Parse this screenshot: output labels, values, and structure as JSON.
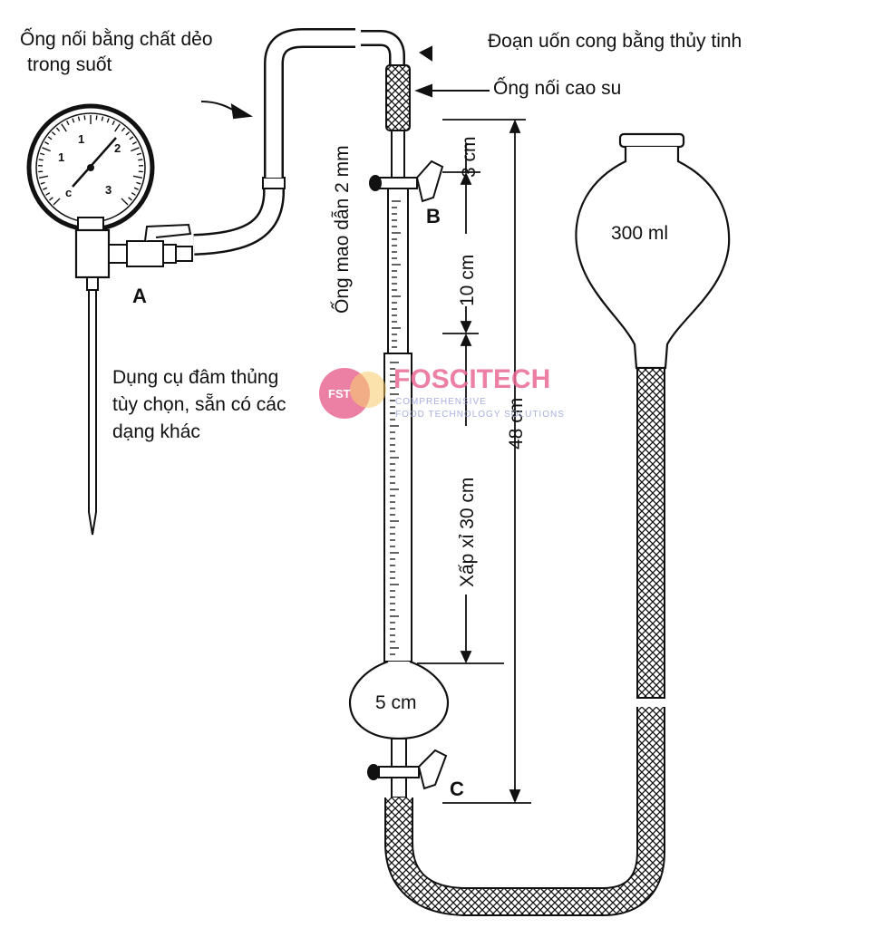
{
  "labels": {
    "plastic_tube": [
      "Ống nối bằng chất dẻo",
      "trong suốt"
    ],
    "glass_bend": "Đoạn uốn cong bằng thủy tinh",
    "rubber_tube": "Ống nối cao su",
    "capillary": "Ống mao dẫn 2 mm",
    "piercer": [
      "Dụng cụ đâm thủng",
      "tùy chọn, sẵn có các",
      "dạng khác"
    ],
    "point_a": "A",
    "point_b": "B",
    "point_c": "C",
    "dim_3cm": "3 cm",
    "dim_10cm": "10 cm",
    "dim_30cm": "Xấp xỉ 30 cm",
    "dim_48cm": "48 cm",
    "bulb_small": "5 cm",
    "flask": "300 ml"
  },
  "gauge": {
    "ticks": [
      "c",
      "1",
      "1",
      "2",
      "3"
    ]
  },
  "watermark": {
    "logo": "FST",
    "name": "FOSCITECH",
    "tagline_1": "COMPREHENSIVE",
    "tagline_2": "FOOD TECHNOLOGY SOLUTIONS"
  },
  "colors": {
    "line": "#111111",
    "watermark_pink": "#e86a95",
    "watermark_blue": "#9aa3d8"
  }
}
